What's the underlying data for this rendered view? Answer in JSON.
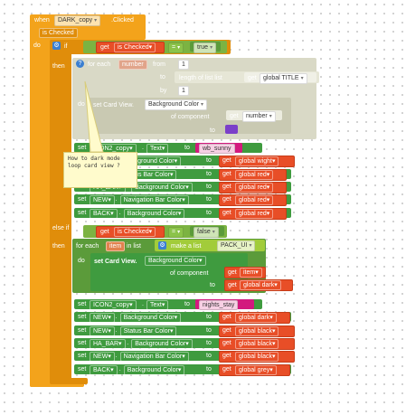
{
  "event": {
    "when_label": "when",
    "component": "DARK_copy",
    "event_name": ".Clicked",
    "param": "is Checked",
    "do_label": "do"
  },
  "if_block": {
    "if_label": "if",
    "get_label": "get",
    "var": "is Checked",
    "op": "=",
    "value": "true",
    "then_label": "then",
    "else_if_label": "else if",
    "value2": "false"
  },
  "foreach1": {
    "label": "for each",
    "var": "number",
    "from_label": "from",
    "from_val": "1",
    "to_label": "to",
    "length_label": "length of list  list",
    "get_label": "get",
    "list_var": "global TITLE",
    "by_label": "by",
    "by_val": "1",
    "do_label": "do",
    "set_label": "set Card View.",
    "prop": "Background Color",
    "of_component": "of component",
    "comp_var": "number",
    "to2_label": "to"
  },
  "comment_text": "How to dark mode\nloop card view ?",
  "then_rows": [
    {
      "set": "set",
      "comp": "ICON2_copy",
      "prop": "Text",
      "to": "to",
      "val": "wb_sunny",
      "kind": "text"
    },
    {
      "set": "set",
      "comp": "NEW",
      "prop": "Background Color",
      "to": "to",
      "val": "global wight",
      "kind": "get"
    },
    {
      "set": "set",
      "comp": "NEW",
      "prop": "Status Bar Color",
      "to": "to",
      "val": "global red",
      "kind": "get"
    },
    {
      "set": "set",
      "comp": "HA_BAR",
      "prop": "Background Color",
      "to": "to",
      "val": "global red",
      "kind": "get"
    },
    {
      "set": "set",
      "comp": "NEW",
      "prop": "Navigation Bar Color",
      "to": "to",
      "val": "global red",
      "kind": "get"
    },
    {
      "set": "set",
      "comp": "BACK",
      "prop": "Background Color",
      "to": "to",
      "val": "global red",
      "kind": "get"
    }
  ],
  "foreach2": {
    "label": "for each",
    "var": "item",
    "in_list": "in list",
    "make_list": "make a list",
    "list_item": "PACK_UI",
    "do_label": "do",
    "set_label": "set Card View.",
    "prop": "Background Color",
    "of_component": "of component",
    "comp_var": "item",
    "to_label": "to",
    "val": "global dark",
    "get_label": "get"
  },
  "else_rows": [
    {
      "set": "set",
      "comp": "ICON2_copy",
      "prop": "Text",
      "to": "to",
      "val": "nights_stay",
      "kind": "text"
    },
    {
      "set": "set",
      "comp": "NEW",
      "prop": "Background Color",
      "to": "to",
      "val": "global dark",
      "kind": "get"
    },
    {
      "set": "set",
      "comp": "NEW",
      "prop": "Status Bar Color",
      "to": "to",
      "val": "global black",
      "kind": "get"
    },
    {
      "set": "set",
      "comp": "HA_BAR",
      "prop": "Background Color",
      "to": "to",
      "val": "global black",
      "kind": "get"
    },
    {
      "set": "set",
      "comp": "NEW",
      "prop": "Navigation Bar Color",
      "to": "to",
      "val": "global black",
      "kind": "get"
    },
    {
      "set": "set",
      "comp": "BACK",
      "prop": "Background Color",
      "to": "to",
      "val": "global grey",
      "kind": "get"
    }
  ],
  "colors": {
    "event": "#f3a31b",
    "control": "#f3a31b",
    "set": "#3f9b3f",
    "get": "#e84e27",
    "text": "#d3197e",
    "list": "#a2cc3a",
    "swatch": "#7b3fc9"
  },
  "icons": [
    "gear-icon",
    "help-icon",
    "chevron-down-icon"
  ]
}
